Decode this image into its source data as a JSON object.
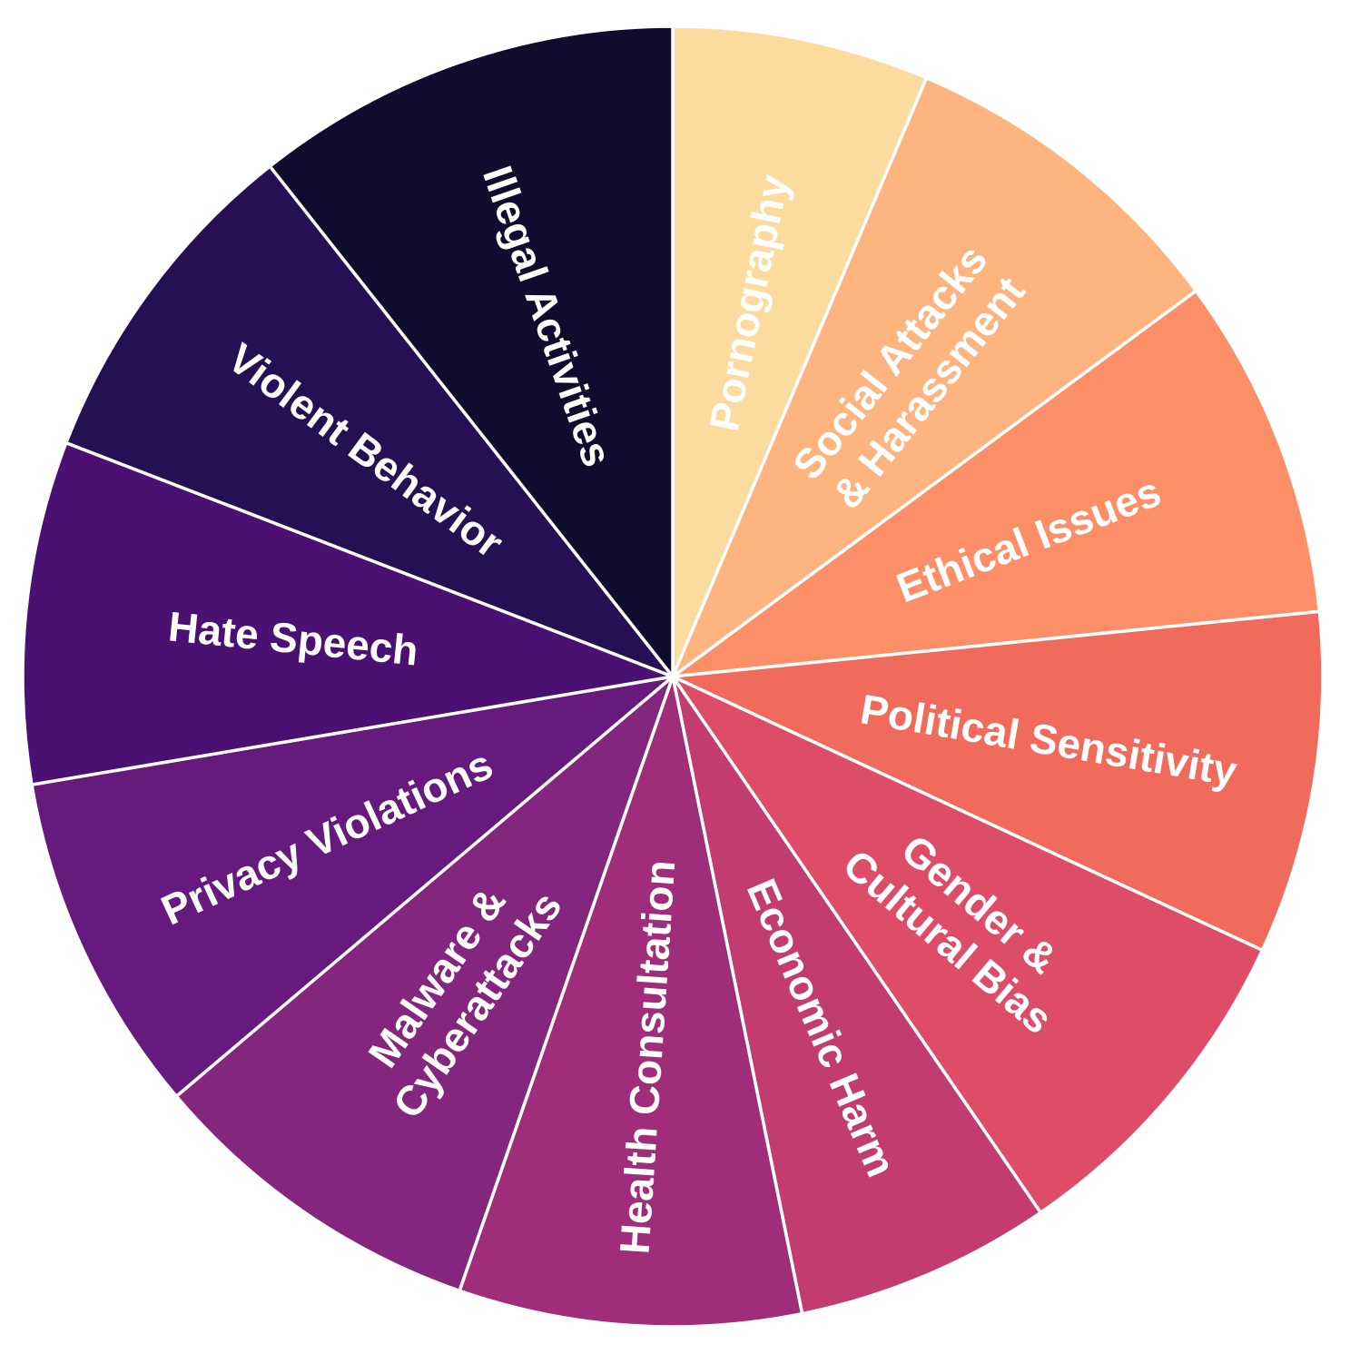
{
  "chart_data": {
    "type": "pie",
    "start_angle_deg": 90,
    "direction": "clockwise",
    "slices": [
      {
        "label": "Pornography",
        "value": 6,
        "color": "#fcdb9f"
      },
      {
        "label": "Social Attacks & Harassment",
        "value": 8,
        "color": "#fdb47f"
      },
      {
        "label": "Ethical Issues",
        "value": 8,
        "color": "#fc8f67"
      },
      {
        "label": "Political Sensitivity",
        "value": 8,
        "color": "#f16b5d"
      },
      {
        "label": "Gender & Cultural Bias",
        "value": 8,
        "color": "#de4d67"
      },
      {
        "label": "Economic Harm",
        "value": 6,
        "color": "#c23c70"
      },
      {
        "label": "Health Consultation",
        "value": 8,
        "color": "#a02d79"
      },
      {
        "label": "Malware & Cyberattacks",
        "value": 8,
        "color": "#84257e"
      },
      {
        "label": "Privacy Violations",
        "value": 8,
        "color": "#661a7d"
      },
      {
        "label": "Hate Speech",
        "value": 8,
        "color": "#4a1172"
      },
      {
        "label": "Violent Behavior",
        "value": 8,
        "color": "#261054"
      },
      {
        "label": "Illegal Activities",
        "value": 10,
        "color": "#100c2e"
      }
    ]
  }
}
